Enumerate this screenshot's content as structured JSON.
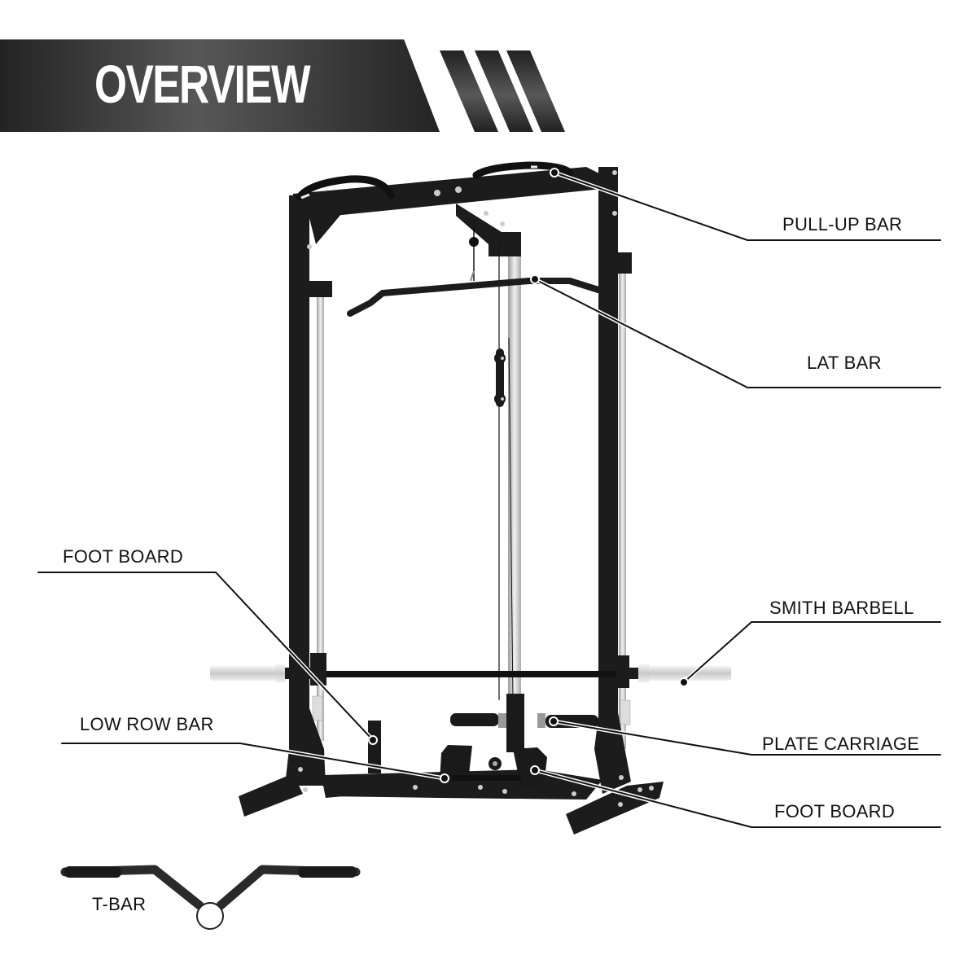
{
  "header": {
    "title": "OVERVIEW"
  },
  "colors": {
    "banner_dark": "#262626",
    "banner_light": "#555555",
    "frame": "#1c1c1c",
    "chrome": "#d8d8d8",
    "line": "#111111"
  },
  "callouts": [
    {
      "id": "pull-up-bar",
      "label": "PULL-UP BAR",
      "side": "right"
    },
    {
      "id": "lat-bar",
      "label": "LAT BAR",
      "side": "right"
    },
    {
      "id": "foot-board-left",
      "label": "FOOT BOARD",
      "side": "left"
    },
    {
      "id": "smith-barbell",
      "label": "SMITH BARBELL",
      "side": "right"
    },
    {
      "id": "low-row-bar",
      "label": "LOW ROW BAR",
      "side": "left"
    },
    {
      "id": "plate-carriage",
      "label": "PLATE CARRIAGE",
      "side": "right"
    },
    {
      "id": "foot-board-right",
      "label": "FOOT BOARD",
      "side": "right"
    }
  ],
  "accessory": {
    "label": "T-BAR"
  }
}
